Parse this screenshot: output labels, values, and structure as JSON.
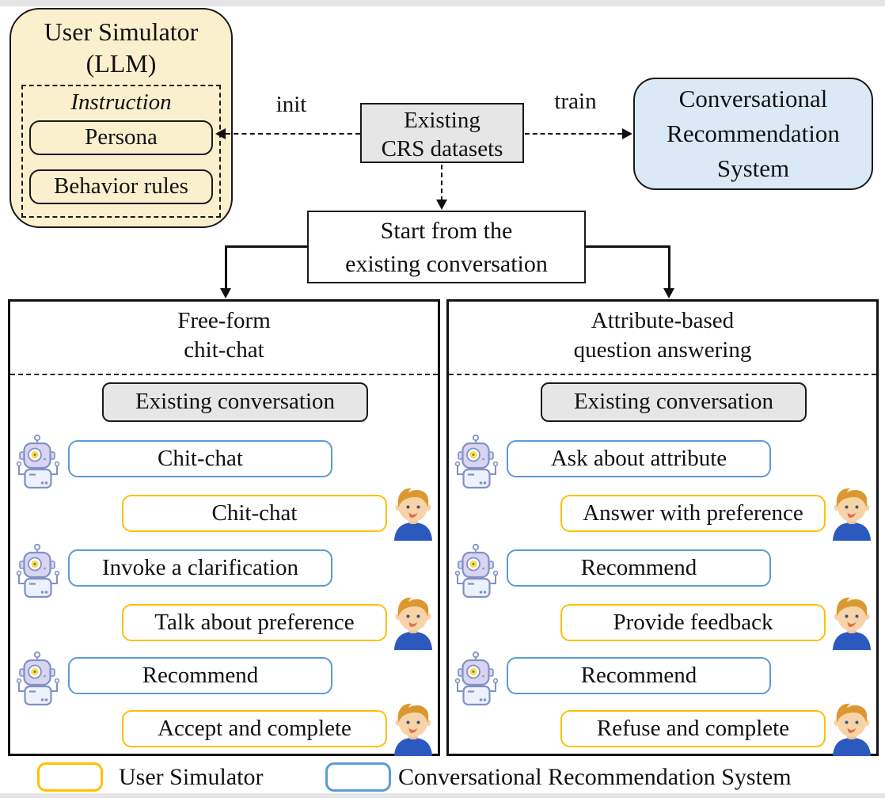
{
  "figure": {
    "user_simulator": {
      "title": "User Simulator",
      "subtitle": "(LLM)",
      "instruction_label": "Instruction",
      "items": [
        "Persona",
        "Behavior rules"
      ]
    },
    "datasets": {
      "line1": "Existing",
      "line2": "CRS datasets"
    },
    "crs_system": {
      "line1": "Conversational",
      "line2": "Recommendation",
      "line3": "System"
    },
    "edge_labels": {
      "init": "init",
      "train": "train"
    },
    "start_box": {
      "line1": "Start from the",
      "line2": "existing conversation"
    },
    "panels": [
      {
        "title_line1": "Free-form",
        "title_line2": "chit-chat",
        "existing_label": "Existing conversation",
        "rows": [
          {
            "speaker": "crs",
            "label": "Chit-chat"
          },
          {
            "speaker": "user",
            "label": "Chit-chat"
          },
          {
            "speaker": "crs",
            "label": "Invoke a clarification"
          },
          {
            "speaker": "user",
            "label": "Talk about preference"
          },
          {
            "speaker": "crs",
            "label": "Recommend"
          },
          {
            "speaker": "user",
            "label": "Accept and complete"
          }
        ]
      },
      {
        "title_line1": "Attribute-based",
        "title_line2": "question answering",
        "existing_label": "Existing conversation",
        "rows": [
          {
            "speaker": "crs",
            "label": "Ask about attribute"
          },
          {
            "speaker": "user",
            "label": "Answer with preference"
          },
          {
            "speaker": "crs",
            "label": "Recommend"
          },
          {
            "speaker": "user",
            "label": "Provide feedback"
          },
          {
            "speaker": "crs",
            "label": "Recommend"
          },
          {
            "speaker": "user",
            "label": "Refuse and complete"
          }
        ]
      }
    ],
    "legend": [
      {
        "label": "User Simulator",
        "swatch_color": "#FFC000"
      },
      {
        "label": "Conversational Recommendation System",
        "swatch_color": "#5B9BD5"
      }
    ],
    "icons": {
      "robot": "robot-avatar (conversational recommendation system)",
      "person": "person-avatar (user simulator)"
    },
    "colors": {
      "user_simulator_fill": "#FBF0CE",
      "crs_fill": "#DBE8F6",
      "neutral_fill": "#E7E6E6",
      "user_border": "#FFC000",
      "crs_border": "#5B9BD5",
      "outline": "#1A1A1A"
    }
  }
}
